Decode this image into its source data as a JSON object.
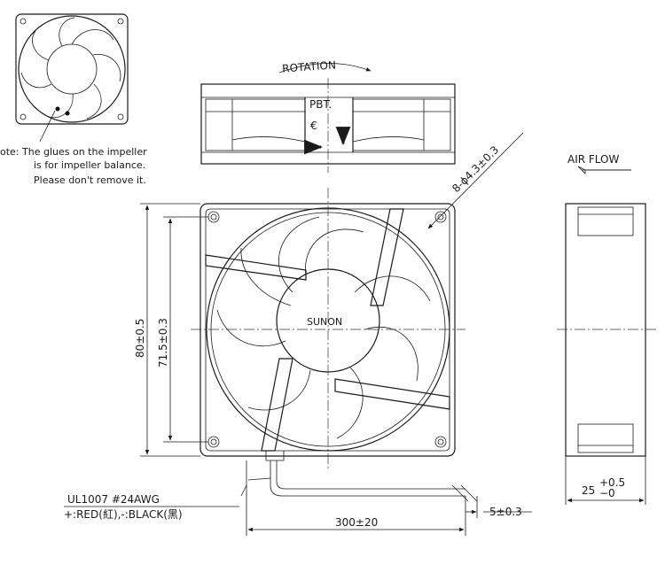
{
  "note": {
    "line1": "ote: The glues on the impeller",
    "line2": "is for impeller balance.",
    "line3": "Please don't remove it."
  },
  "side_view": {
    "rotation_label": "ROTATION",
    "label_material": "PBT.",
    "label_cert": "€"
  },
  "front_view": {
    "brand": "SUNON",
    "hole_spec": "8-ϕ4.3±0.3",
    "dim_outer": "80±0.5",
    "dim_hole_pitch": "71.5±0.3"
  },
  "airflow_view": {
    "air_flow_label": "AIR FLOW",
    "depth_dim": "25",
    "depth_tol_plus": "+0.5",
    "depth_tol_minus": "−0"
  },
  "wire": {
    "spec": "UL1007  #24AWG",
    "colors": "+:RED(紅),-:BLACK(黑)",
    "length_dim": "300±20",
    "strip_dim": "5±0.3"
  }
}
